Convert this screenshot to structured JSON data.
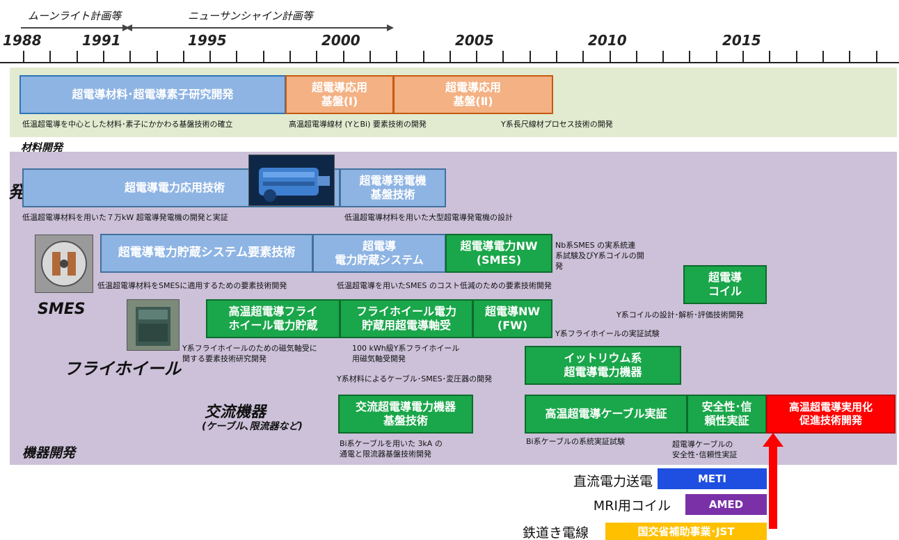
{
  "programs": [
    "ムーンライト計画等",
    "ニューサンシャイン計画等"
  ],
  "timeline": {
    "years": [
      "1988",
      "1991",
      "1995",
      "2000",
      "2005",
      "2010",
      "2015"
    ]
  },
  "materials": {
    "box1": "超電導材料･超電導素子研究開発",
    "box2": "超電導応用\n基盤(Ⅰ)",
    "box3": "超電導応用\n基盤(Ⅱ)",
    "note1": "低温超電導を中心とした材料･素子にかかわる基盤技術の確立",
    "note2": "高温超電導線材 (YとBi) 要素技術の開発",
    "note3": "Y系長尺線材プロセス技術の開発",
    "section_label": "材料開発"
  },
  "generator": {
    "label": "発電機",
    "box1": "超電導電力応用技術",
    "box2": "超電導発電機\n基盤技術",
    "note1": "低温超電導材料を用いた７万kW 超電導発電機の開発と実証",
    "note2": "低温超電導材料を用いた大型超電導発電機の設計"
  },
  "smes": {
    "label": "SMES",
    "box1": "超電導電力貯蔵システム要素技術",
    "box2": "超電導\n電力貯蔵システム",
    "box3": "超電導電力NW\n(SMES)",
    "note_right": "Nb系SMES の実系統連\n系試験及びY系コイルの開\n発",
    "note1": "低温超電導材料をSMESに適用するための要素技術開発",
    "note2": "低温超電導を用いたSMES のコスト低減のための要素技術開発"
  },
  "coil": {
    "box": "超電導\nコイル",
    "note": "Y系コイルの設計･解析･評価技術開発"
  },
  "flywheel": {
    "label": "フライホイール",
    "box1": "高温超電導フライ\nホイール電力貯蔵",
    "box2": "フライホイール電力\n貯蔵用超電導軸受",
    "box3": "超電導NW\n(FW)",
    "note_right": "Y系フライホイールの実証試験",
    "note1": "Y系フライホイールのための磁気軸受に\n関する要素技術研究開発",
    "note2": "100 kWh級Y系フライホイール\n用磁気軸受開発",
    "note3": "Y系材料によるケーブル･SMES･変圧器の開発"
  },
  "yttrium": {
    "box": "イットリウム系\n超電導電力機器"
  },
  "ac": {
    "label": "交流機器",
    "sublabel": "(ケーブル､限流器など)",
    "box1": "交流超電導電力機器\n基盤技術",
    "box2": "高温超電導ケーブル実証",
    "box3": "安全性･信\n頼性実証",
    "box4": "高温超電導実用化\n促進技術開発",
    "note1": "Bi系ケーブルを用いた 3kA の\n通電と限流器基盤技術開発",
    "note2": "Bi系ケーブルの系統実証試験",
    "note3": "超電導ケーブルの\n安全性･信頼性実証"
  },
  "equipment_section_label": "機器開発",
  "legend": [
    {
      "label": "直流電力送電",
      "tag": "METI",
      "color": "#1f4fe0"
    },
    {
      "label": "MRI用コイル",
      "tag": "AMED",
      "color": "#7a31a8"
    },
    {
      "label": "鉄道き電線",
      "tag": "国交省補助事業･JST",
      "color": "#ffc000"
    }
  ],
  "colors": {
    "materials_band": "#e2ebd0",
    "equipment_band": "#ccc1d9",
    "blue_box": "#8eb4e3",
    "orange_box": "#f4b183",
    "green_box": "#1aa64a",
    "red_box": "#ff0000"
  }
}
